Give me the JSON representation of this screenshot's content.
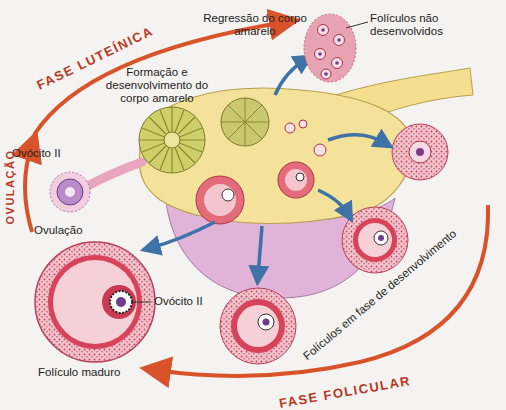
{
  "diagram": {
    "nodes": [
      {
        "text": [
          "Folículos não desenvolvidos"
        ]
      },
      {
        "text": [
          "Ovócito II",
          "Folículo maduro"
        ]
      }
    ],
    "labels": [
      "FASE LUTEÍNICA",
      "Regressão do corpo amarelo",
      "Formação e desenvolvimento do corpo amarelo",
      "Ovócito II",
      "OVULAÇÃO",
      "Ovulação",
      "Folículos em fase de desenvolvimento",
      "FASE FOLICULAR"
    ]
  }
}
